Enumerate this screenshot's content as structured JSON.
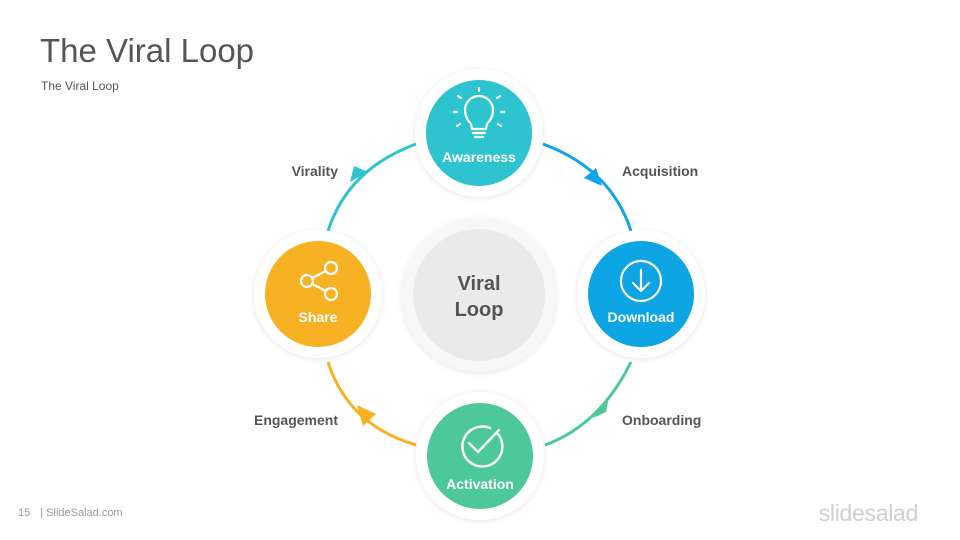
{
  "header": {
    "title": "The Viral Loop",
    "subtitle": "The Viral Loop"
  },
  "diagram": {
    "center": {
      "line1": "Viral",
      "line2": "Loop"
    },
    "nodes": [
      {
        "label": "Awareness",
        "color": "#2ec4cf",
        "icon": "lightbulb-icon"
      },
      {
        "label": "Download",
        "color": "#0ea5e4",
        "icon": "download-icon"
      },
      {
        "label": "Activation",
        "color": "#4cc89a",
        "icon": "check-circle-icon"
      },
      {
        "label": "Share",
        "color": "#f7b224",
        "icon": "share-icon"
      }
    ],
    "stages": {
      "acquisition": "Acquisition",
      "onboarding": "Onboarding",
      "engagement": "Engagement",
      "virality": "Virality"
    }
  },
  "footer": {
    "page_number": "15",
    "site": "| SlideSalad.com",
    "brand": "slidesalad"
  }
}
